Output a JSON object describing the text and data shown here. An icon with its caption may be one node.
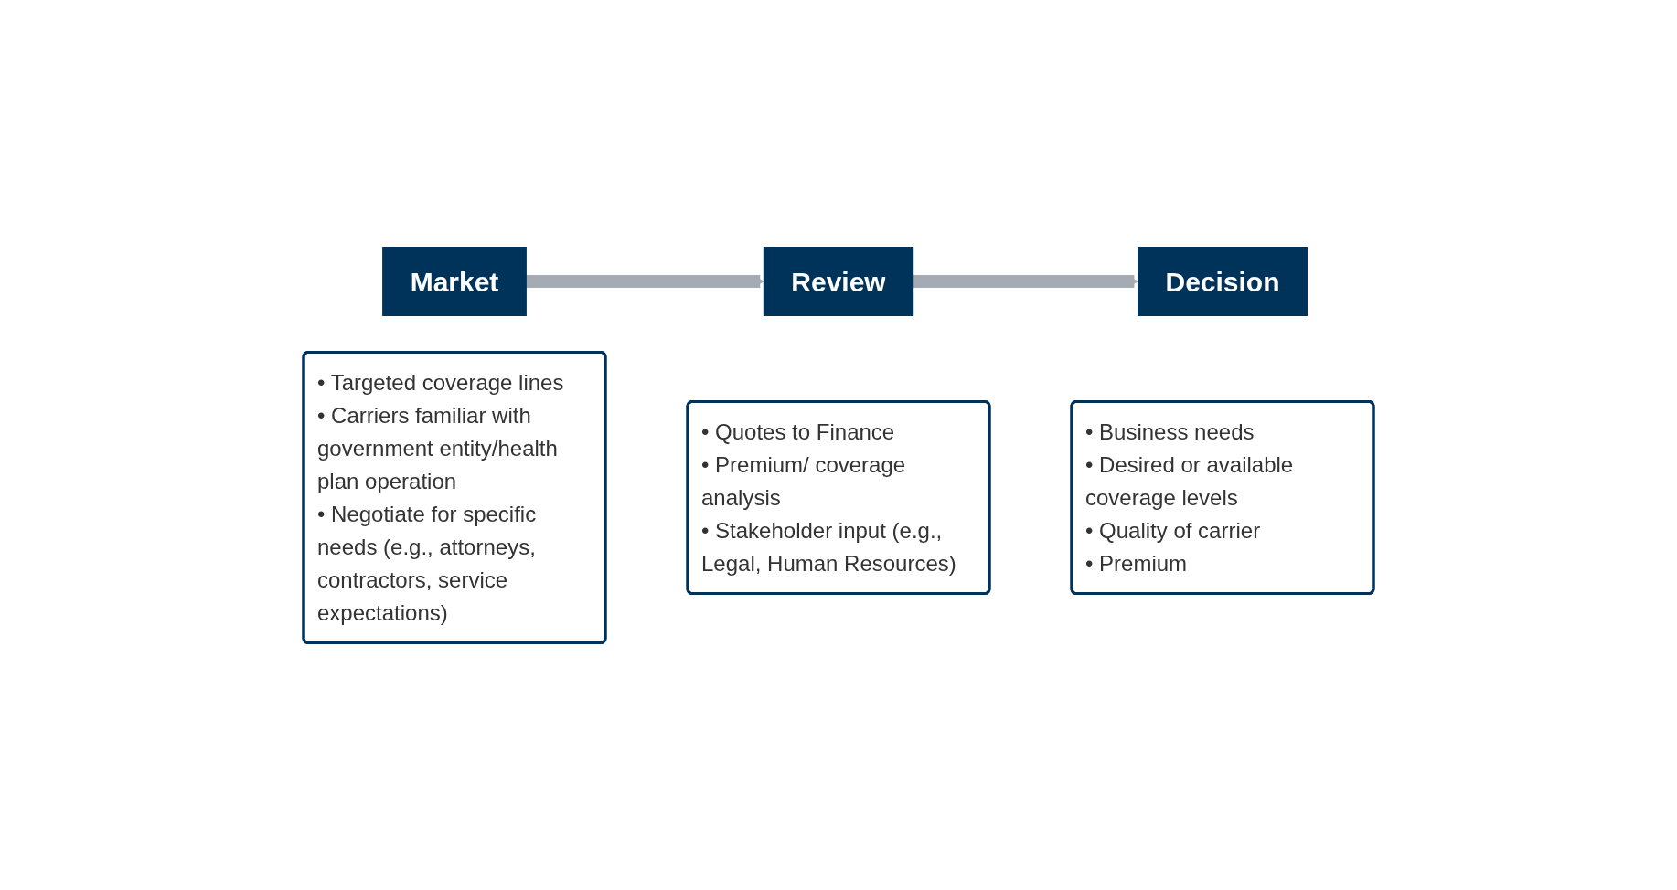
{
  "diagram": {
    "nodes": [
      {
        "text": [
          "Market"
        ]
      },
      {
        "text": [
          "• Targeted coverage lines",
          "• Carriers familiar with government entity/health plan operation",
          "• Negotiate for specific needs (e.g., attorneys, contractors, service expectations)"
        ]
      },
      {
        "text": [
          "Review"
        ]
      },
      {
        "text": [
          "• Quotes to Finance",
          "• Premium/ coverage analysis",
          "• Stakeholder input (e.g., Legal, Human Resources)"
        ]
      },
      {
        "text": [
          "Decision"
        ]
      },
      {
        "text": [
          "• Business needs",
          "• Desired or available coverage levels",
          "• Quality of carrier",
          "• Premium"
        ]
      }
    ],
    "edges": [
      {
        "from": 0,
        "to": 2,
        "arrow": "to"
      },
      {
        "from": 2,
        "to": 4,
        "arrow": "to"
      }
    ]
  }
}
